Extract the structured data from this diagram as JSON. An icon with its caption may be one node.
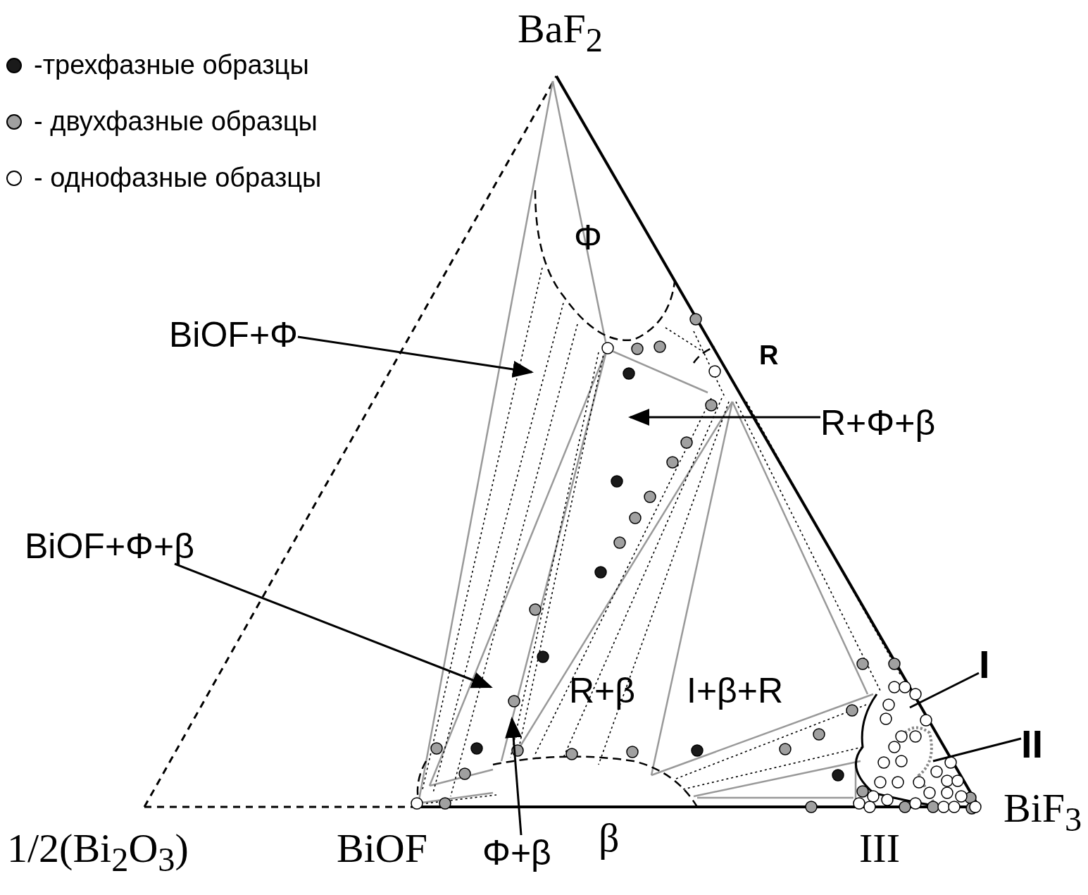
{
  "diagram": {
    "nodes": [
      {
        "text": [
          "BiOF+Φ"
        ]
      },
      {
        "text": [
          "R+Φ+β"
        ]
      },
      {
        "text": [
          "BiOF+Φ+β"
        ]
      },
      {
        "text": [
          "Φ+β"
        ]
      },
      {
        "text": [
          "I"
        ]
      },
      {
        "text": [
          "II"
        ]
      }
    ],
    "edges": [
      {
        "from": 0,
        "to": null,
        "arrow": "to"
      },
      {
        "from": 1,
        "to": null,
        "arrow": "to"
      },
      {
        "from": 2,
        "to": null,
        "arrow": "to"
      },
      {
        "from": 3,
        "to": null,
        "arrow": "to"
      },
      {
        "from": 4,
        "to": null,
        "arrow": "none"
      },
      {
        "from": 5,
        "to": null,
        "arrow": "none"
      }
    ],
    "labels": [
      "BaF$_{2}$",
      "Φ",
      "R",
      "R+β",
      "I+β+R",
      "BiF$_{3}$",
      "1/2(Bi$_{2}$O$_{3}$)",
      "BiOF",
      "β",
      "III"
    ],
    "legend": [
      {
        "text": "-трехфазные образцы",
        "color": "#1a1a1a"
      },
      {
        "text": "- двухфазные образцы",
        "color": "#a0a0a0"
      },
      {
        "text": "- однофазные образцы",
        "color": "#ffffff"
      }
    ]
  }
}
